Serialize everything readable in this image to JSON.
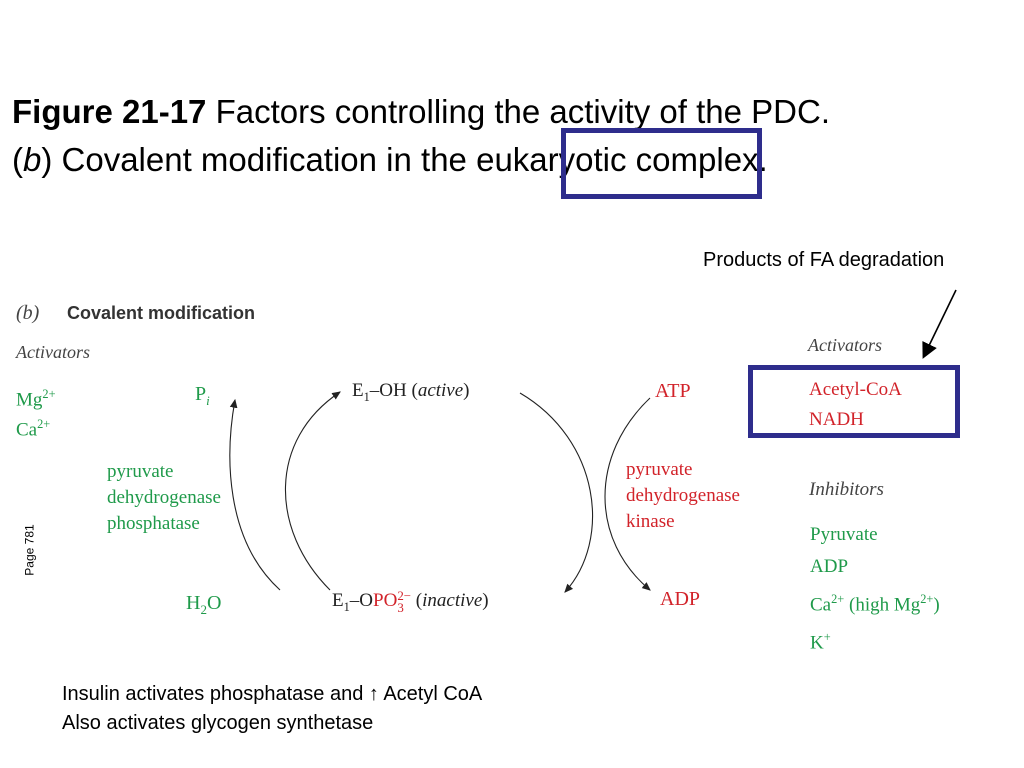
{
  "title": {
    "bold": "Figure 21-17",
    "line1_rest": " Factors controlling the activity of the PDC.",
    "line2_open": "(",
    "line2_b": "b",
    "line2_mid": ") Covalent modification in the ",
    "line2_highlight": "eukaryotic",
    "line2_end": " complex."
  },
  "annotation_fa": "Products of FA degradation",
  "panel": {
    "label_b": "(b)",
    "heading": "Covalent modification",
    "left_activators_header": "Activators",
    "left_activators": [
      "Mg",
      "Ca"
    ],
    "left_activator_sup": "2+",
    "pi": "P",
    "pi_sub": "i",
    "phosphatase": [
      "pyruvate",
      "dehydrogenase",
      "phosphatase"
    ],
    "h2o_h": "H",
    "h2o_sub": "2",
    "h2o_o": "O",
    "e1_active_a": "E",
    "e1_sub": "1",
    "e1_active_b": "–OH (",
    "e1_active_word": "active",
    "e1_active_c": ")",
    "e1_inactive_b": "–O",
    "e1_po": "PO",
    "e1_po_sup": "2−",
    "e1_po_sub": "3",
    "e1_inactive_word": "inactive",
    "atp": "ATP",
    "adp": "ADP",
    "kinase": [
      "pyruvate",
      "dehydrogenase",
      "kinase"
    ],
    "right_activators_header": "Activators",
    "right_activators": [
      "Acetyl-CoA",
      "NADH"
    ],
    "inhibitors_header": "Inhibitors",
    "inhibitors": [
      "Pyruvate",
      "ADP"
    ],
    "inhib_ca": "Ca",
    "inhib_ca_rest": " (high Mg",
    "inhib_ca_close": ")",
    "inhib_k": "K",
    "inhib_k_sup": "+"
  },
  "page_ref": "Page 781",
  "notes": [
    "Insulin activates phosphatase and ↑ Acetyl CoA",
    "Also activates glycogen synthetase"
  ],
  "colors": {
    "green": "#1f9a4a",
    "red": "#d2232a",
    "highlight_box": "#2e2d8c"
  }
}
